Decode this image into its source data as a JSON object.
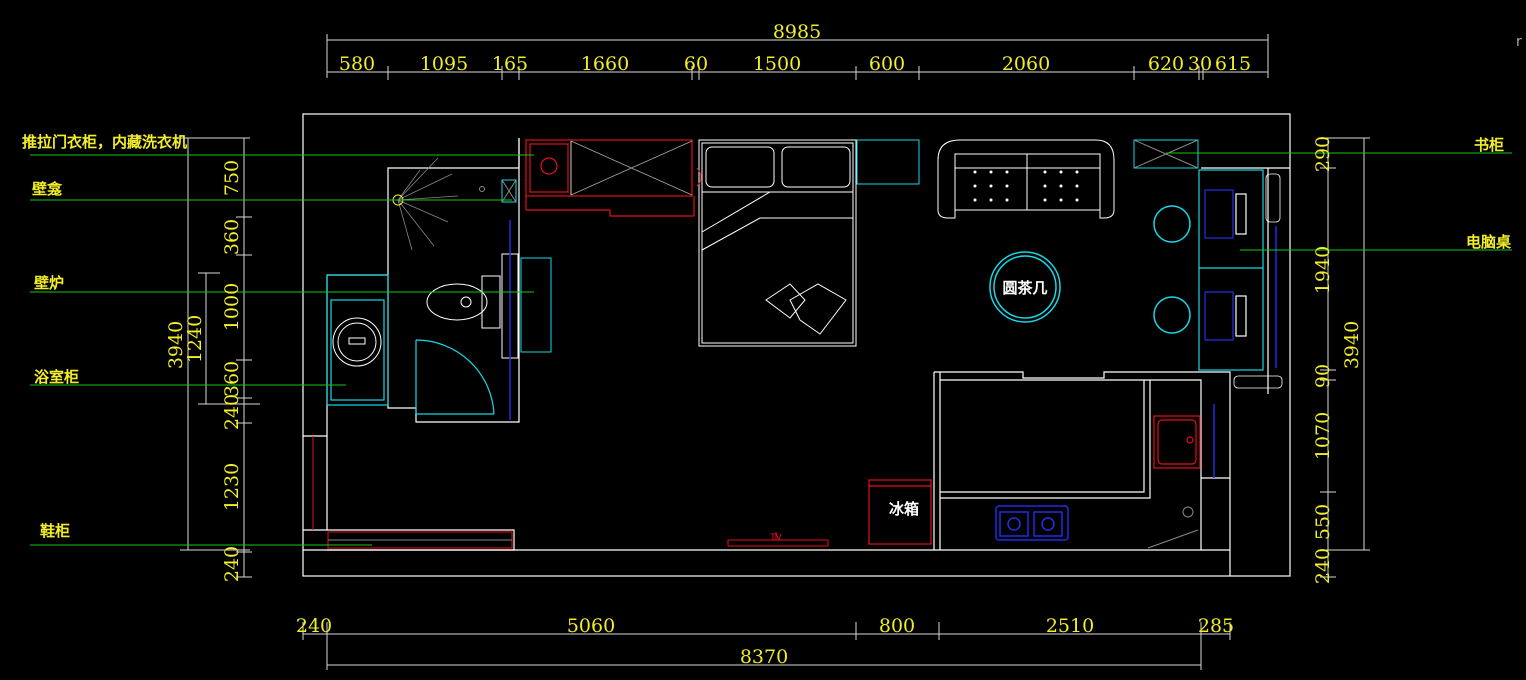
{
  "dimensions": {
    "top_total": "8985",
    "top_segments": [
      "580",
      "1095",
      "165",
      "1660",
      "60",
      "1500",
      "600",
      "2060",
      "620",
      "30",
      "615"
    ],
    "bottom_total": "8370",
    "bottom_segments": [
      "240",
      "5060",
      "800",
      "2510",
      "285"
    ],
    "left_total": "3940",
    "left_sub": "1240",
    "left_segments": [
      "750",
      "360",
      "1000",
      "360",
      "240",
      "1230",
      "240"
    ],
    "right_total": "3940",
    "right_segments": [
      "290",
      "1940",
      "90",
      "1070",
      "550",
      "240"
    ]
  },
  "annotations": {
    "sliding_wardrobe": "推拉门衣柜，内藏洗衣机",
    "wall_niche": "壁龛",
    "wall_hung_toilet": "壁炉",
    "bathroom_cabinet": "浴室柜",
    "shoe_cabinet": "鞋柜",
    "bookcase": "书柜",
    "computer_desk": "电脑桌"
  },
  "room_labels": {
    "round_table": "圆茶几",
    "fridge": "冰箱",
    "tv_mark": "TV"
  },
  "colors": {
    "background": "#000000",
    "wall": "#ffffff",
    "dimension": "#f2ee2a",
    "leader": "#19c80f",
    "furniture_cyan": "#19d7e6",
    "furniture_red": "#e3111b",
    "appliance_blue": "#1f2ee6"
  }
}
